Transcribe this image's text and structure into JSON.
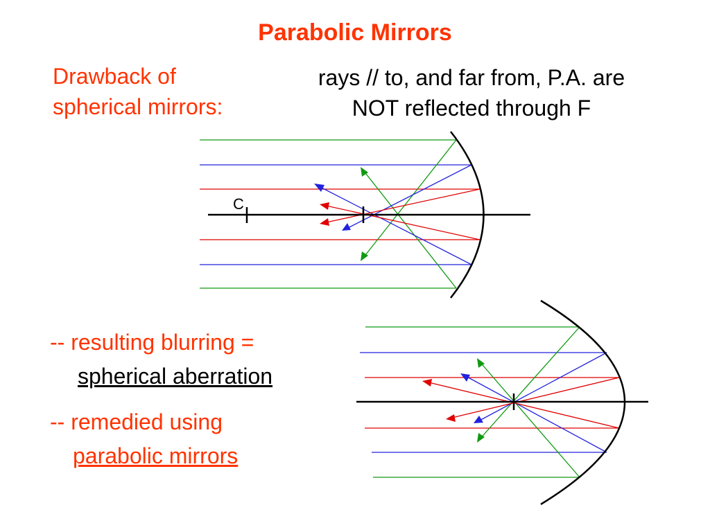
{
  "title": "Parabolic Mirrors",
  "drawback": {
    "line1": "Drawback of",
    "line2": "spherical mirrors:"
  },
  "rays_note": {
    "line1": "rays // to, and far from, P.A. are",
    "line2": "NOT reflected through F"
  },
  "blurring": {
    "prefix": "-- resulting blurring =",
    "term": "spherical aberration"
  },
  "remedy": {
    "prefix": "-- remedied using",
    "term": "parabolic mirrors"
  },
  "spherical_diagram": {
    "center_label": "C"
  },
  "colors": {
    "accent": "#ff3300",
    "ray_red": "#e00000",
    "ray_blue": "#2222dd",
    "ray_green": "#119911",
    "axis": "#000000"
  }
}
